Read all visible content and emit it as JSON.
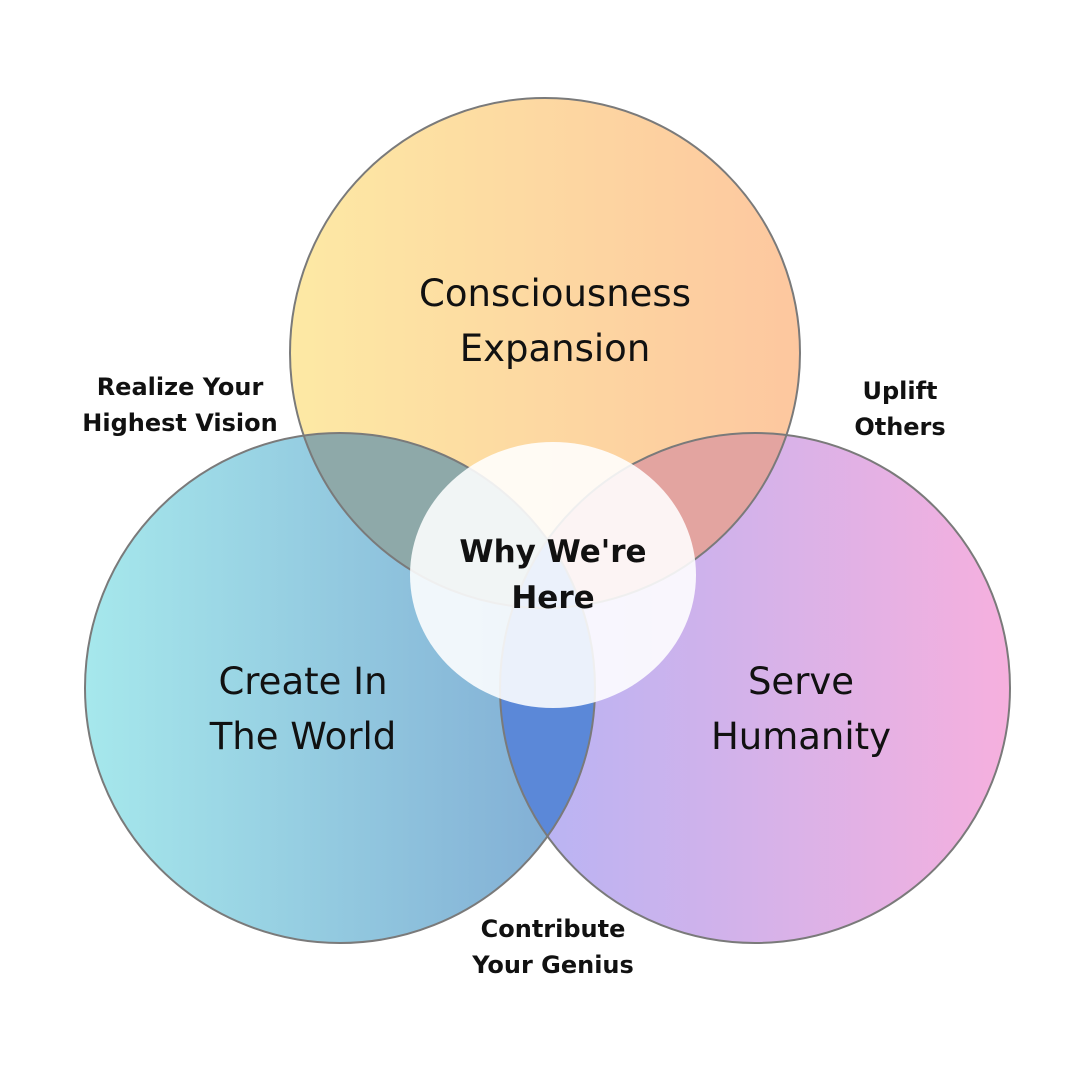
{
  "circles": {
    "top": {
      "line1": "Consciousness",
      "line2": "Expansion"
    },
    "left": {
      "line1": "Create In",
      "line2": "The World"
    },
    "right": {
      "line1": "Serve",
      "line2": "Humanity"
    },
    "center": {
      "line1": "Why We're",
      "line2": "Here"
    }
  },
  "overlaps": {
    "top_left": {
      "line1": "Realize Your",
      "line2": "Highest Vision"
    },
    "top_right": {
      "line1": "Uplift",
      "line2": "Others"
    },
    "left_right": {
      "line1": "Contribute",
      "line2": "Your Genius"
    }
  },
  "colors": {
    "top_gradient": [
      "#fde9a4",
      "#fdc79f"
    ],
    "left_gradient": [
      "#a6e8ec",
      "#7faad3"
    ],
    "right_gradient": [
      "#b4b4f5",
      "#f6b0de"
    ],
    "outline": "#7a7a7a",
    "top_left_overlap": "#8ea9a9",
    "top_right_overlap": "#e3a4a0",
    "left_right_overlap": "#5b88d8",
    "center_circle": "#ffffff"
  }
}
